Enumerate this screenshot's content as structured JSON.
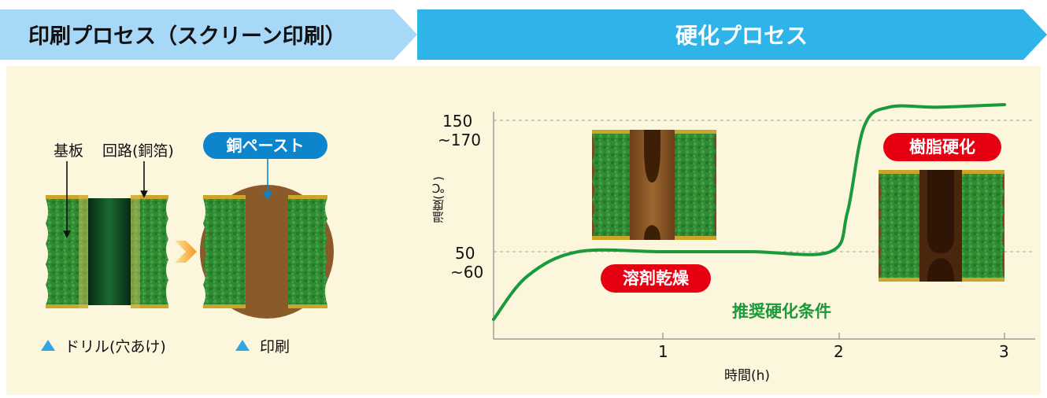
{
  "header": {
    "print_process": "印刷プロセス（スクリーン印刷）",
    "cure_process": "硬化プロセス"
  },
  "print_section": {
    "label_substrate": "基板",
    "label_circuit": "回路(銅箔)",
    "label_copper_paste": "銅ペースト",
    "step_drill": "ドリル(穴あけ)",
    "step_print": "印刷"
  },
  "chart_data": {
    "type": "line",
    "xlabel": "時間(h)",
    "ylabel": "温度(℃)",
    "x_ticks": [
      "1",
      "2",
      "3"
    ],
    "y_ticks": [
      {
        "line1": "150",
        "line2": "~170"
      },
      {
        "line1": "50",
        "line2": "~60"
      }
    ],
    "series": [
      {
        "name": "推奨硬化条件",
        "x": [
          0,
          0.2,
          0.5,
          1.0,
          1.5,
          1.95,
          2.05,
          2.15,
          2.3,
          2.6,
          3.0
        ],
        "y": [
          0,
          32,
          50,
          50,
          50,
          50,
          80,
          145,
          160,
          160,
          162
        ]
      }
    ],
    "annotations": {
      "solvent_dry": "溶剤乾燥",
      "resin_cure": "樹脂硬化"
    }
  },
  "colors": {
    "header_light": "#a7d8f7",
    "header_dark": "#2fb4ea",
    "panel_bg": "#fcf6dd",
    "curve": "#1a9a3a",
    "red_pill": "#e60012",
    "blue_pill": "#0c85cc",
    "board_green": "#2f8a33",
    "copper_paste": "#8a5a2b"
  }
}
